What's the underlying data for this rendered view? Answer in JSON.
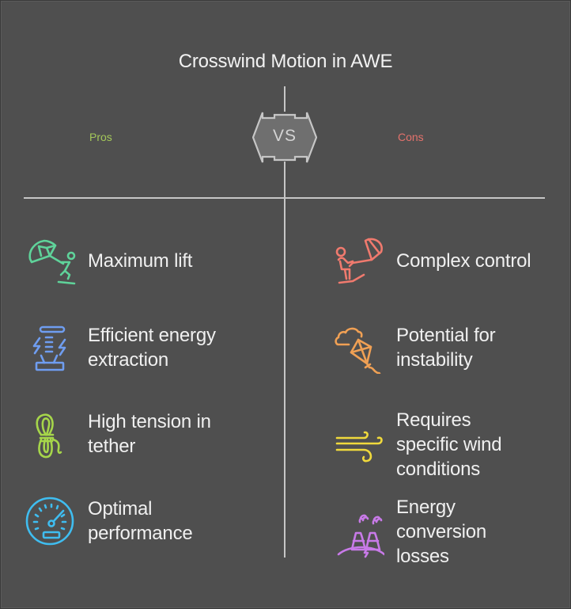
{
  "title": "Crosswind Motion in AWE",
  "vs_label": "VS",
  "pros": {
    "heading": "Pros",
    "heading_color": "#a4c85a",
    "items": [
      {
        "label": "Maximum lift",
        "icon": "kite-surfer-icon",
        "color": "#5fd39a"
      },
      {
        "label": "Efficient energy extraction",
        "icon": "energy-extractor-icon",
        "color": "#6f9df0"
      },
      {
        "label": "High tension in tether",
        "icon": "rope-coil-icon",
        "color": "#a6d64a"
      },
      {
        "label": "Optimal performance",
        "icon": "speedometer-icon",
        "color": "#3fbdf0"
      }
    ]
  },
  "cons": {
    "heading": "Cons",
    "heading_color": "#e4726c",
    "items": [
      {
        "label": "Complex control",
        "icon": "kite-skier-icon",
        "color": "#f07a6e"
      },
      {
        "label": "Potential for instability",
        "icon": "kite-cloud-icon",
        "color": "#f0a054"
      },
      {
        "label": "Requires specific wind conditions",
        "icon": "wind-icon",
        "color": "#f0d93c"
      },
      {
        "label": "Energy conversion losses",
        "icon": "power-plant-icon",
        "color": "#c87ae8"
      }
    ]
  }
}
